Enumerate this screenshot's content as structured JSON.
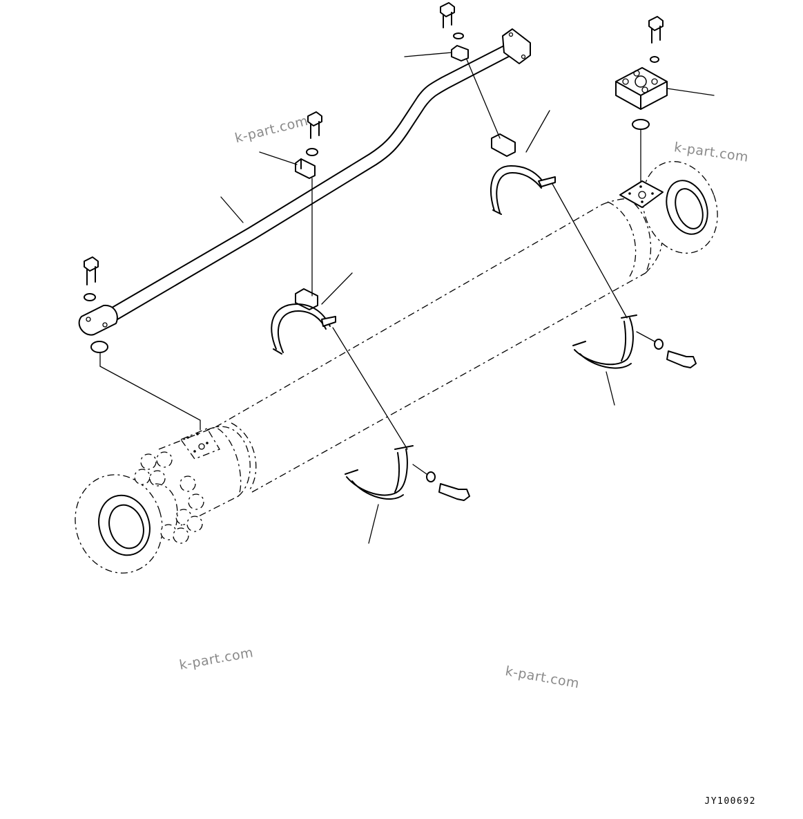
{
  "watermarks": [
    "k-part.com",
    "k-part.com",
    "k-part.com",
    "k-part.com"
  ],
  "drawing_number": "JY100692"
}
